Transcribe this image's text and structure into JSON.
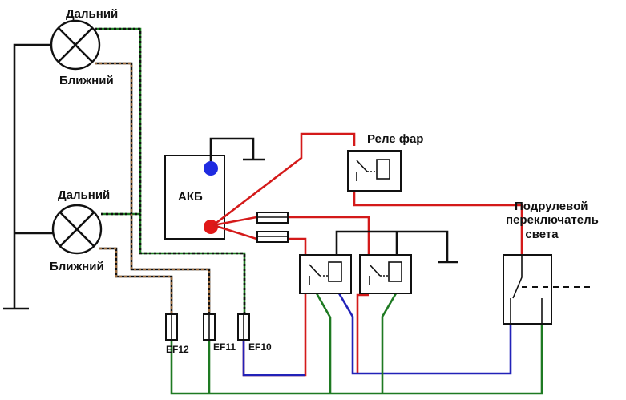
{
  "labels": {
    "far_top": "Дальний",
    "near_top": "Ближний",
    "far_bottom": "Дальний",
    "near_bottom": "Ближний",
    "battery": "АКБ",
    "headlight_relay": "Реле фар",
    "switch_line1": "Подрулевой",
    "switch_line2": "переключатель",
    "switch_line3": "света",
    "fuse_ef12": "EF12",
    "fuse_ef11": "EF11",
    "fuse_ef10": "EF10"
  },
  "colors": {
    "ground_wire": "#111111",
    "power_wire": "#d41a1a",
    "blue_wire": "#2222b8",
    "green_wire": "#1e7a22",
    "brown_wire": "#9a6a3c",
    "battery_minus": "#1f2be0",
    "battery_plus": "#e01818"
  }
}
